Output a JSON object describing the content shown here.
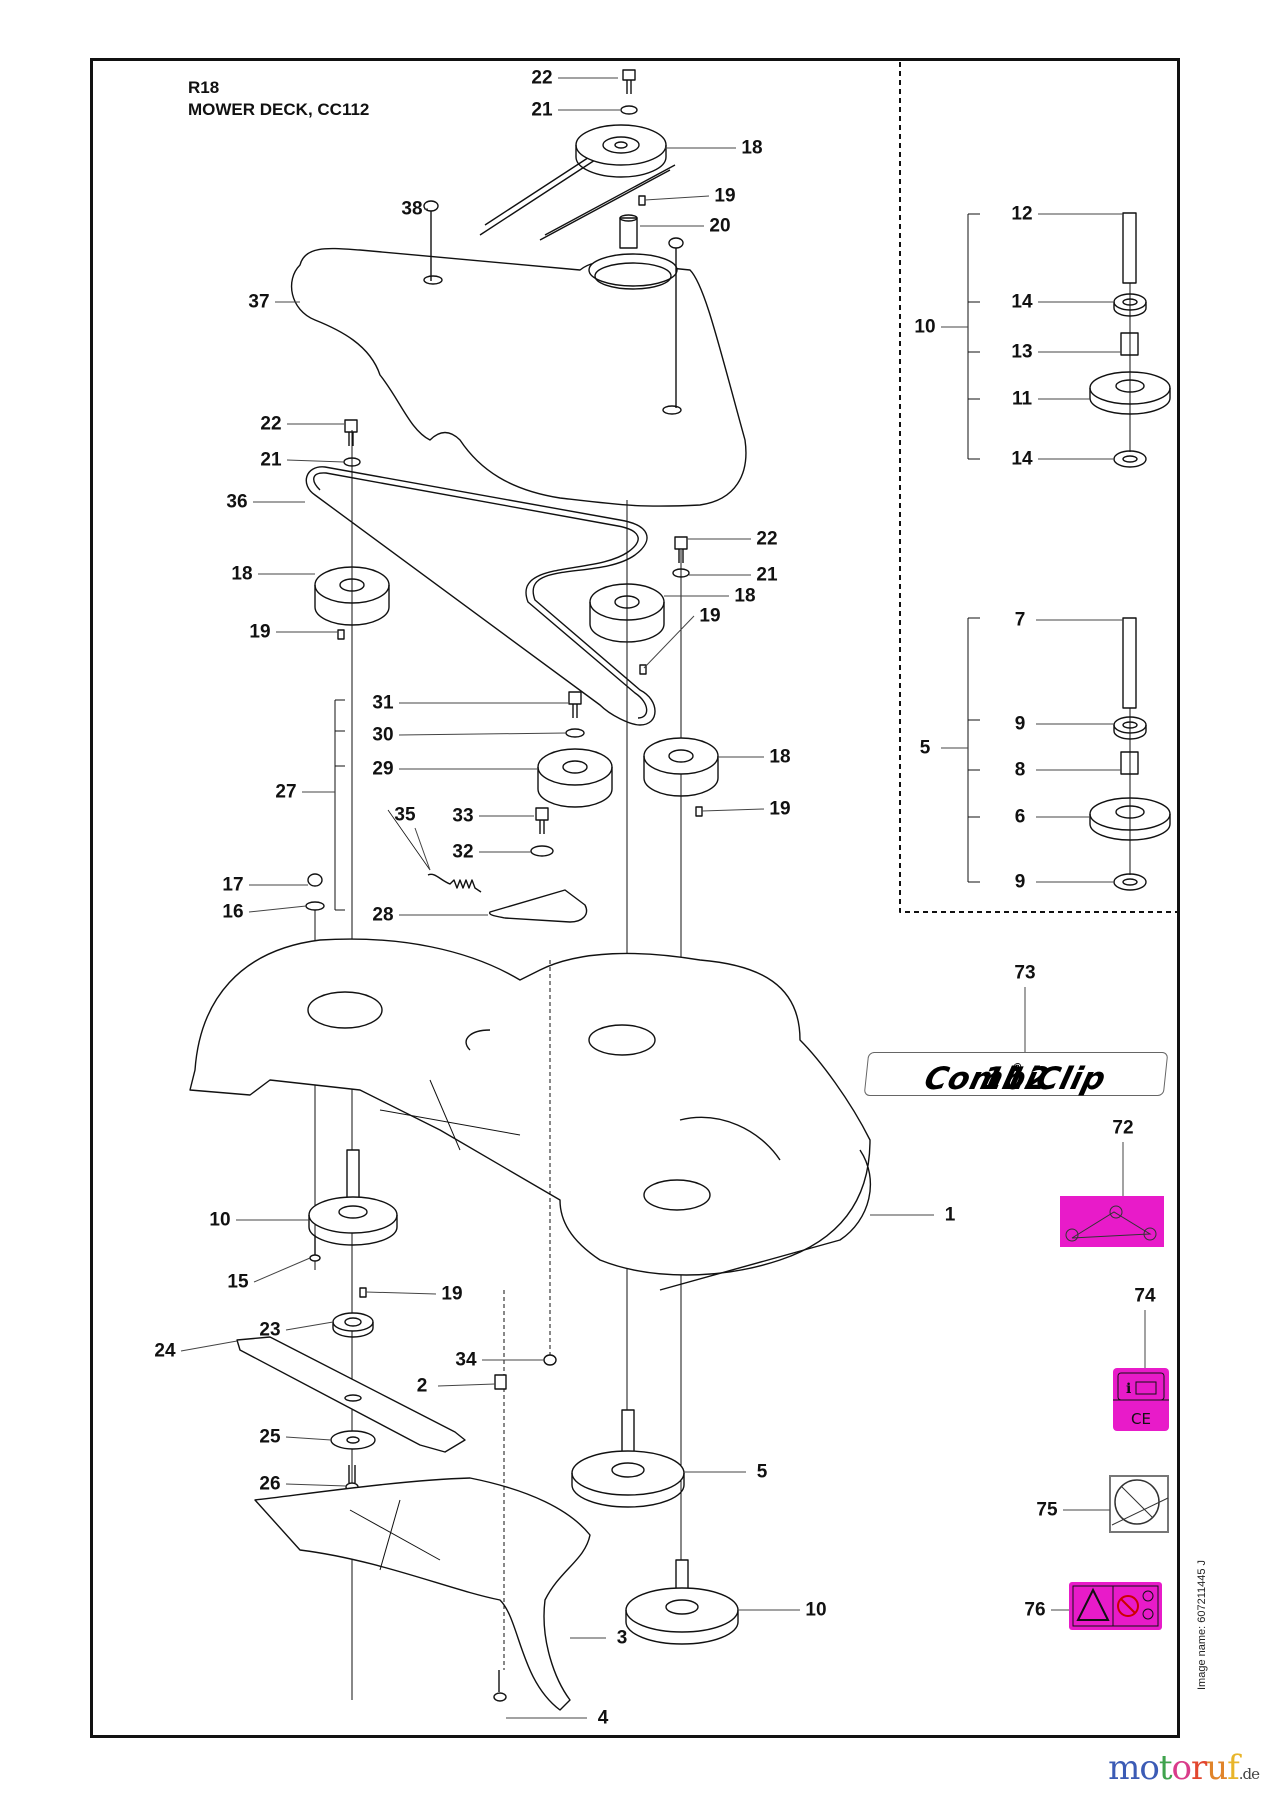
{
  "header": {
    "code": "R18",
    "title": "MOWER DECK, CC112"
  },
  "footer": {
    "image_name": "Image name: 607211445 J",
    "watermark": {
      "letters": [
        "m",
        "o",
        "t",
        "o",
        "r",
        "u",
        "f"
      ],
      "suffix": ".de",
      "colors": [
        "#3b5bb5",
        "#3b5bb5",
        "#3fa34d",
        "#d93c8a",
        "#e2472f",
        "#e0842a",
        "#e8b52a"
      ]
    }
  },
  "decal_73": {
    "brand": "CombiClip",
    "mark": "®",
    "model": "112"
  },
  "colors": {
    "decal_magenta": "#e81bc9",
    "line": "#111111",
    "part_fill": "#ffffff"
  },
  "callouts": [
    {
      "part": "22"
    },
    {
      "part": "21"
    },
    {
      "part": "18"
    },
    {
      "part": "19"
    },
    {
      "part": "20"
    },
    {
      "part": "38"
    },
    {
      "part": "37"
    },
    {
      "part": "22"
    },
    {
      "part": "21"
    },
    {
      "part": "36"
    },
    {
      "part": "18"
    },
    {
      "part": "19"
    },
    {
      "part": "22"
    },
    {
      "part": "21"
    },
    {
      "part": "18"
    },
    {
      "part": "19"
    },
    {
      "part": "31"
    },
    {
      "part": "30"
    },
    {
      "part": "29"
    },
    {
      "part": "27"
    },
    {
      "part": "35"
    },
    {
      "part": "33"
    },
    {
      "part": "32"
    },
    {
      "part": "28"
    },
    {
      "part": "18"
    },
    {
      "part": "19"
    },
    {
      "part": "17"
    },
    {
      "part": "16"
    },
    {
      "part": "1"
    },
    {
      "part": "10"
    },
    {
      "part": "15"
    },
    {
      "part": "19"
    },
    {
      "part": "23"
    },
    {
      "part": "24"
    },
    {
      "part": "34"
    },
    {
      "part": "2"
    },
    {
      "part": "25"
    },
    {
      "part": "26"
    },
    {
      "part": "5"
    },
    {
      "part": "10"
    },
    {
      "part": "3"
    },
    {
      "part": "4"
    },
    {
      "part": "12"
    },
    {
      "part": "10"
    },
    {
      "part": "14"
    },
    {
      "part": "13"
    },
    {
      "part": "11"
    },
    {
      "part": "14"
    },
    {
      "part": "7"
    },
    {
      "part": "5"
    },
    {
      "part": "9"
    },
    {
      "part": "8"
    },
    {
      "part": "6"
    },
    {
      "part": "9"
    },
    {
      "part": "73"
    },
    {
      "part": "72"
    },
    {
      "part": "74"
    },
    {
      "part": "75"
    },
    {
      "part": "76"
    }
  ]
}
